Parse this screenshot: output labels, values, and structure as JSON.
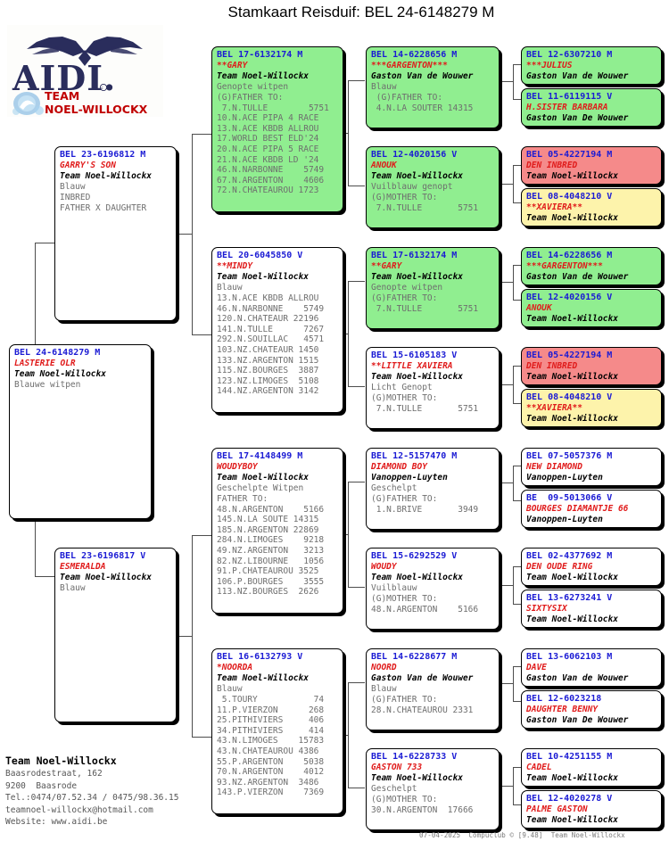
{
  "title": "Stamkaart Reisduif: BEL 24-6148279 M",
  "logo": {
    "brand": "AIDI",
    "copyright": "©",
    "team_line1": "TEAM",
    "team_line2": "NOEL-WILLOCKX"
  },
  "address": {
    "heading": "Team Noel-Willockx",
    "lines": [
      "Baasrodestraat, 162",
      "9200  Baasrode",
      "Tel.:0474/07.52.34 / 0475/98.36.15",
      "teamnoel-willockx@hotmail.com",
      "Website: www.aidi.be"
    ]
  },
  "footer": "07-04-2025  Compuclub © [9.48]  Team Noel-Willockx",
  "colors": {
    "green": "#90ee90",
    "red": "#f58a8a",
    "yellow": "#fdf3ab",
    "white": "#ffffff",
    "ring": "#1b1bd4",
    "nick": "#e01b1b"
  },
  "cards": {
    "subject": {
      "ring": "BEL 24-6148279 M",
      "nick": "LASTERIE OLR",
      "owner": "Team Noel-Willockx",
      "color": "Blauwe witpen",
      "extra": [],
      "bg": "white"
    },
    "g1_father": {
      "ring": "BEL 23-6196812 M",
      "nick": "GARRY'S SON",
      "owner": "Team Noel-Willockx",
      "color": "Blauw",
      "extra": [
        "INBRED",
        "FATHER X DAUGHTER"
      ],
      "bg": "white"
    },
    "g1_mother": {
      "ring": "BEL 23-6196817 V",
      "nick": "ESMERALDA",
      "owner": "Team Noel-Willockx",
      "color": "Blauw",
      "extra": [],
      "bg": "white"
    },
    "g2": [
      {
        "ring": "BEL 17-6132174 M",
        "nick": "**GARY",
        "owner": "Team Noel-Willockx",
        "color": "Genopte witpen",
        "bg": "green",
        "extra": [
          "(G)FATHER TO:",
          " 7.N.TULLE        5751",
          "10.N.ACE PIPA 4 RACE",
          "13.N.ACE KBDB ALLROU",
          "17.WORLD BEST ELD'24",
          "20.N.ACE PIPA 5 RACE",
          "21.N.ACE KBDB LD '24",
          "46.N.NARBONNE    5749",
          "67.N.ARGENTON    4606",
          "72.N.CHATEAUROU 1723"
        ]
      },
      {
        "ring": "BEL 20-6045850 V",
        "nick": "**MINDY",
        "owner": "Team Noel-Willockx",
        "color": "Blauw",
        "bg": "white",
        "extra": [
          "13.N.ACE KBDB ALLROU",
          "46.N.NARBONNE    5749",
          "120.N.CHATEAUR 22196",
          "141.N.TULLE      7267",
          "292.N.SOUILLAC   4571",
          "103.NZ.CHATEAUR 1450",
          "133.NZ.ARGENTON 1515",
          "115.NZ.BOURGES  3887",
          "123.NZ.LIMOGES  5108",
          "144.NZ.ARGENTON 3142"
        ]
      },
      {
        "ring": "BEL 17-4148499 M",
        "nick": "WOUDYBOY",
        "owner": "Team Noel-Willockx",
        "color": "Geschelpte Witpen",
        "bg": "white",
        "extra": [
          "FATHER TO:",
          "48.N.ARGENTON    5166",
          "145.N.LA SOUTE 14315",
          "185.N.ARGENTON 22869",
          "284.N.LIMOGES    9218",
          "49.NZ.ARGENTON   3213",
          "82.NZ.LIBOURNE   1056",
          "91.P.CHATEAUROU 3525",
          "106.P.BOURGES    3555",
          "113.NZ.BOURGES  2626"
        ]
      },
      {
        "ring": "BEL 16-6132793 V",
        "nick": "*NOORDA",
        "owner": "Team Noel-Willockx",
        "color": "Blauw",
        "bg": "white",
        "extra": [
          " 5.TOURY           74",
          "11.P.VIERZON      268",
          "25.PITHIVIERS     406",
          "34.PITHIVIERS     414",
          "43.N.LIMOGES    15783",
          "43.N.CHATEAUROU 4386",
          "55.P.ARGENTON    5038",
          "70.N.ARGENTON    4012",
          "93.NZ.ARGENTON  3486",
          "143.P.VIERZON    7369"
        ]
      }
    ],
    "g3": [
      {
        "ring": "BEL 14-6228656 M",
        "nick": "***GARGENTON***",
        "owner": "Gaston Van de Wouwer",
        "color": "Blauw",
        "bg": "green",
        "extra": [
          " (G)FATHER TO:",
          " 4.N.LA SOUTER 14315"
        ]
      },
      {
        "ring": "BEL 12-4020156 V",
        "nick": "ANOUK",
        "owner": "Team Noel-Willockx",
        "color": "Vuilblauw genopt",
        "bg": "green",
        "extra": [
          "(G)MOTHER TO:",
          " 7.N.TULLE       5751"
        ]
      },
      {
        "ring": "BEL 17-6132174 M",
        "nick": "**GARY",
        "owner": "Team Noel-Willockx",
        "color": "Genopte witpen",
        "bg": "green",
        "extra": [
          "(G)FATHER TO:",
          " 7.N.TULLE       5751"
        ]
      },
      {
        "ring": "BEL 15-6105183 V",
        "nick": "**LITTLE XAVIERA",
        "owner": "Team Noel-Willockx",
        "color": "Licht Genopt",
        "bg": "white",
        "extra": [
          "(G)MOTHER TO:",
          " 7.N.TULLE       5751"
        ]
      },
      {
        "ring": "BEL 12-5157470 M",
        "nick": "DIAMOND BOY",
        "owner": "Vanoppen-Luyten",
        "color": "Geschelpt",
        "bg": "white",
        "extra": [
          "(G)FATHER TO:",
          " 1.N.BRIVE       3949"
        ]
      },
      {
        "ring": "BEL 15-6292529 V",
        "nick": "WOUDY",
        "owner": "Team Noel-Willockx",
        "color": "Vuilblauw",
        "bg": "white",
        "extra": [
          "(G)MOTHER TO:",
          "48.N.ARGENTON    5166"
        ]
      },
      {
        "ring": "BEL 14-6228677 M",
        "nick": "NOORD",
        "owner": "Gaston Van de Wouwer",
        "color": "Blauw",
        "bg": "white",
        "extra": [
          "(G)FATHER TO:",
          "28.N.CHATEAUROU 2331"
        ]
      },
      {
        "ring": "BEL 14-6228733 V",
        "nick": "GASTON 733",
        "owner": "Team Noel-Willockx",
        "color": "Geschelpt",
        "bg": "white",
        "extra": [
          "(G)MOTHER TO:",
          "30.N.ARGENTON  17666"
        ]
      }
    ],
    "g4": [
      {
        "ring": "BEL 12-6307210 M",
        "nick": "***JULIUS",
        "owner": "Gaston Van de Wouwer",
        "bg": "green"
      },
      {
        "ring": "BEL 11-6119115 V",
        "nick": "H.SISTER BARBARA",
        "owner": "Gaston Van De Wouwer",
        "bg": "green"
      },
      {
        "ring": "BEL 05-4227194 M",
        "nick": "DEN INBRED",
        "owner": "Team Noel-Willockx",
        "bg": "red"
      },
      {
        "ring": "BEL 08-4048210 V",
        "nick": "**XAVIERA**",
        "owner": "Team Noel-Willockx",
        "bg": "yellow"
      },
      {
        "ring": "BEL 14-6228656 M",
        "nick": "***GARGENTON***",
        "owner": "Gaston Van de Wouwer",
        "bg": "green"
      },
      {
        "ring": "BEL 12-4020156 V",
        "nick": "ANOUK",
        "owner": "Team Noel-Willockx",
        "bg": "green"
      },
      {
        "ring": "BEL 05-4227194 M",
        "nick": "DEN INBRED",
        "owner": "Team Noel-Willockx",
        "bg": "red"
      },
      {
        "ring": "BEL 08-4048210 V",
        "nick": "**XAVIERA**",
        "owner": "Team Noel-Willockx",
        "bg": "yellow"
      },
      {
        "ring": "BEL 07-5057376 M",
        "nick": "NEW DIAMOND",
        "owner": "Vanoppen-Luyten",
        "bg": "white"
      },
      {
        "ring": "BE  09-5013066 V",
        "nick": "BOURGES DIAMANTJE 66",
        "owner": "Vanoppen-Luyten",
        "bg": "white"
      },
      {
        "ring": "BEL 02-4377692 M",
        "nick": "DEN OUDE RING",
        "owner": "Team Noel-Willockx",
        "bg": "white"
      },
      {
        "ring": "BEL 13-6273241 V",
        "nick": "SIXTYSIX",
        "owner": "Team Noel-Willockx",
        "bg": "white"
      },
      {
        "ring": "BEL 13-6062103 M",
        "nick": "DAVE",
        "owner": "Gaston Van de Wouwer",
        "bg": "white"
      },
      {
        "ring": "BEL 12-6023218",
        "nick": "DAUGHTER BENNY",
        "owner": "Gaston Van De Wouwer",
        "bg": "white"
      },
      {
        "ring": "BEL 10-4251155 M",
        "nick": "CADEL",
        "owner": "Team Noel-Willockx",
        "bg": "white"
      },
      {
        "ring": "BEL 12-4020278 V",
        "nick": "PALME GASTON",
        "owner": "Team Noel-Willockx",
        "bg": "white"
      }
    ]
  }
}
